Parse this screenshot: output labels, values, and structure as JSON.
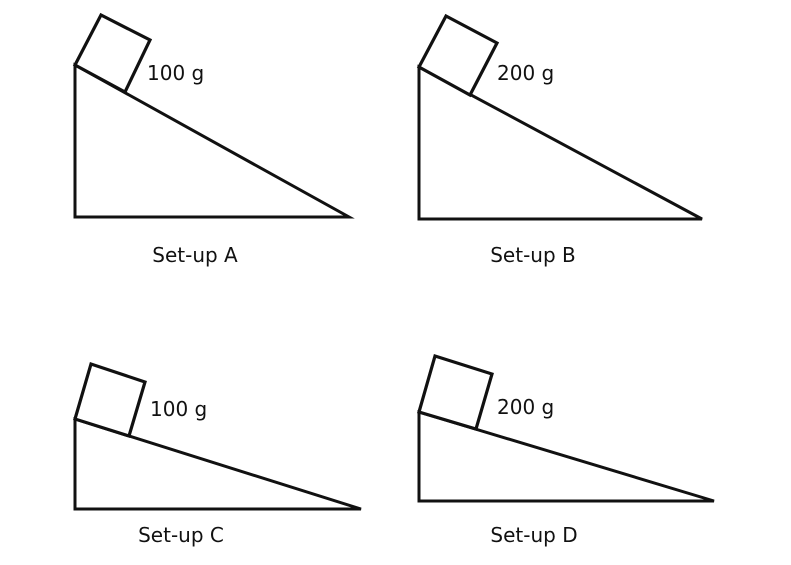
{
  "setups": [
    {
      "label": "Set-up A",
      "mass": "100 g"
    },
    {
      "label": "Set-up B",
      "mass": "200 g"
    },
    {
      "label": "Set-up C",
      "mass": "100 g"
    },
    {
      "label": "Set-up D",
      "mass": "200 g"
    }
  ],
  "colors": {
    "stroke": "#111111",
    "background": "#ffffff"
  }
}
